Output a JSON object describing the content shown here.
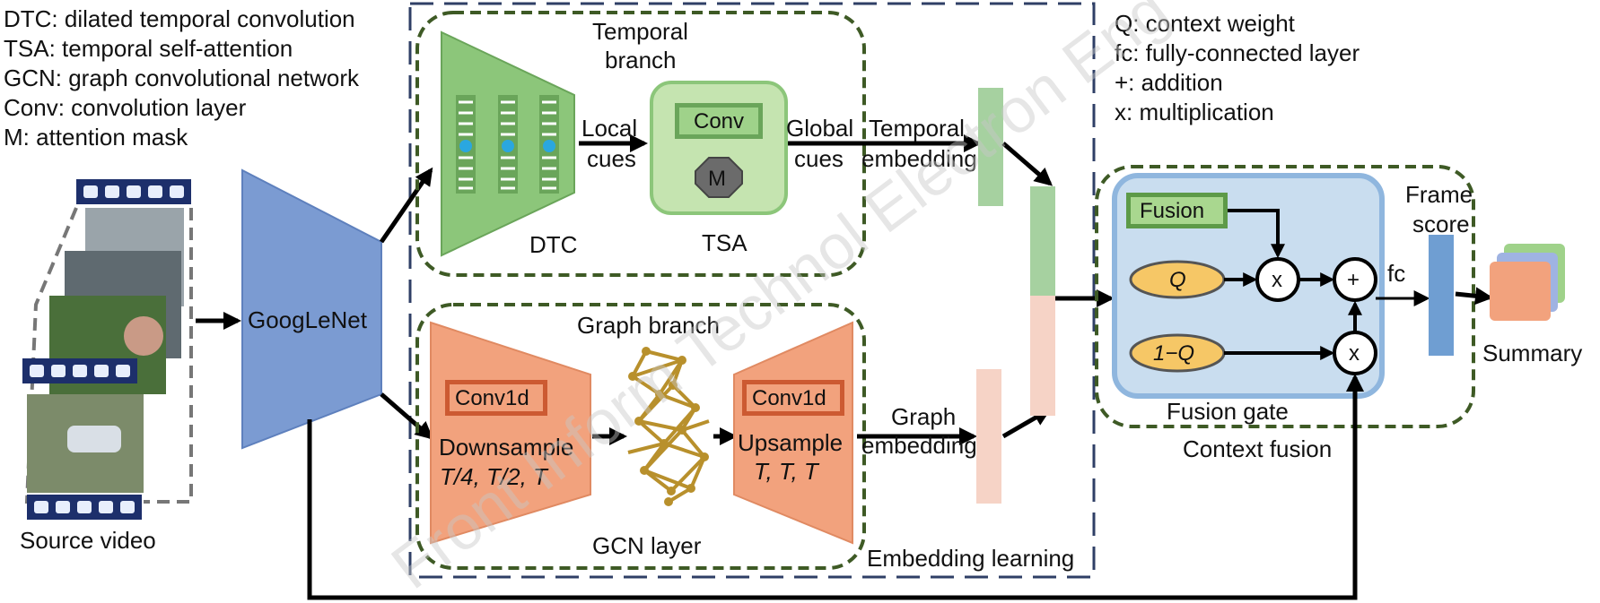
{
  "legend_left": [
    "DTC: dilated temporal convolution",
    "TSA: temporal self-attention",
    "GCN: graph convolutional network",
    "Conv: convolution layer",
    "M: attention mask"
  ],
  "legend_right": [
    "Q: context weight",
    "fc: fully-connected layer",
    "+: addition",
    "x: multiplication"
  ],
  "source_video": "Source video",
  "googlenet": "GoogLeNet",
  "temporal_branch": {
    "title_line1": "Temporal",
    "title_line2": "branch",
    "dtc": "DTC",
    "local_cues_line1": "Local",
    "local_cues_line2": "cues",
    "conv": "Conv",
    "mask": "M",
    "tsa": "TSA",
    "global_cues_line1": "Global",
    "global_cues_line2": "cues",
    "embedding_line1": "Temporal",
    "embedding_line2": "embedding"
  },
  "graph_branch": {
    "title": "Graph branch",
    "conv1d_left": "Conv1d",
    "downsample": "Downsample",
    "downsample_dims": "T/4, T/2, T",
    "gcn_layer": "GCN layer",
    "conv1d_right": "Conv1d",
    "upsample": "Upsample",
    "upsample_dims": "T, T, T",
    "embedding_line1": "Graph",
    "embedding_line2": "embedding"
  },
  "embedding_learning": "Embedding learning",
  "context_fusion": {
    "fusion": "Fusion",
    "q": "Q",
    "one_minus_q": "1−Q",
    "mult": "x",
    "add": "+",
    "fusion_gate": "Fusion gate",
    "title": "Context fusion",
    "fc": "fc",
    "frame_score_line1": "Frame",
    "frame_score_line2": "score",
    "summary": "Summary"
  },
  "watermark": "Front Inform Technol Electron Eng",
  "colors": {
    "dashed_dark_green": "#3e5a25",
    "dashed_navy": "#2f3f66",
    "googlenet_blue": "#7b9bd2",
    "dtc_green": "#8cc67a",
    "tsa_green_light": "#c5e4b0",
    "conv_box_green": "#6aa55a",
    "fusion_box_green": "#5d9a48",
    "orange": "#f2a27d",
    "orange_dark": "#cc5a32",
    "fusion_gate_blue": "#c9ddef",
    "fusion_gate_border": "#8fb6de",
    "q_yellow": "#f6c766",
    "frame_score_blue": "#6f9ed2",
    "temporal_emb": "#a6d1a0",
    "graph_emb": "#f6d3c6",
    "gcn_gold": "#b8902c"
  }
}
